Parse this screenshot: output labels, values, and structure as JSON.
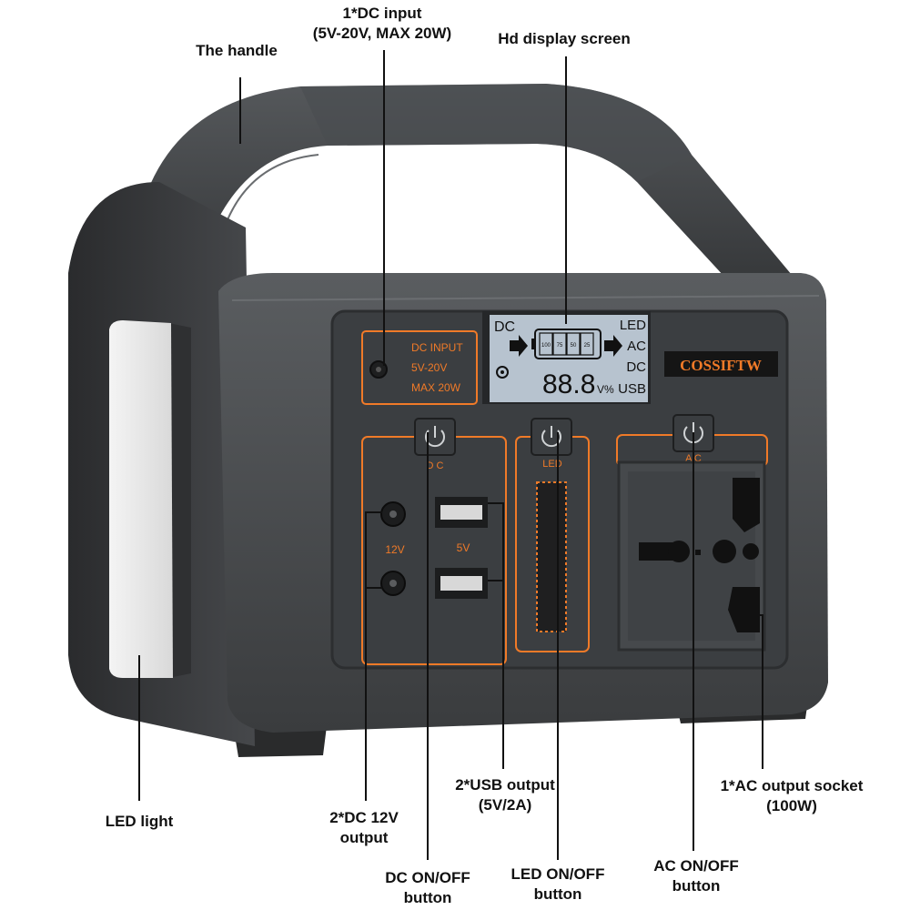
{
  "callouts": {
    "handle": "The handle",
    "dc_input": [
      "1*DC input",
      "(5V-20V, MAX 20W)"
    ],
    "display": "Hd display screen",
    "led_light": "LED light",
    "dc_12v": [
      "2*DC 12V",
      "output"
    ],
    "dc_button": [
      "DC ON/OFF",
      "button"
    ],
    "usb": [
      "2*USB output",
      "(5V/2A)"
    ],
    "led_button": [
      "LED ON/OFF",
      "button"
    ],
    "ac_button": [
      "AC ON/OFF",
      "button"
    ],
    "ac_socket": [
      "1*AC output socket",
      "(100W)"
    ]
  },
  "device": {
    "brand": "COSSIFTW",
    "dc_input_panel": [
      "DC  INPUT",
      "5V-20V",
      "MAX  20W"
    ],
    "screen": {
      "left_label": "DC",
      "right_labels": [
        "LED",
        "AC",
        "DC",
        "USB"
      ],
      "battery_segments": [
        "100",
        "75",
        "50",
        "25"
      ],
      "readout": "88.8",
      "unit": "V%"
    },
    "dc_section_label": "D  C",
    "led_section_label": "LED",
    "ac_section_label": "A  C",
    "dc_port_label": "12V",
    "usb_port_label": "5V"
  },
  "colors": {
    "body": "#4a4d50",
    "panel": "#3e4144",
    "accent": "#f07a28",
    "screen": "#b7c3cf"
  }
}
